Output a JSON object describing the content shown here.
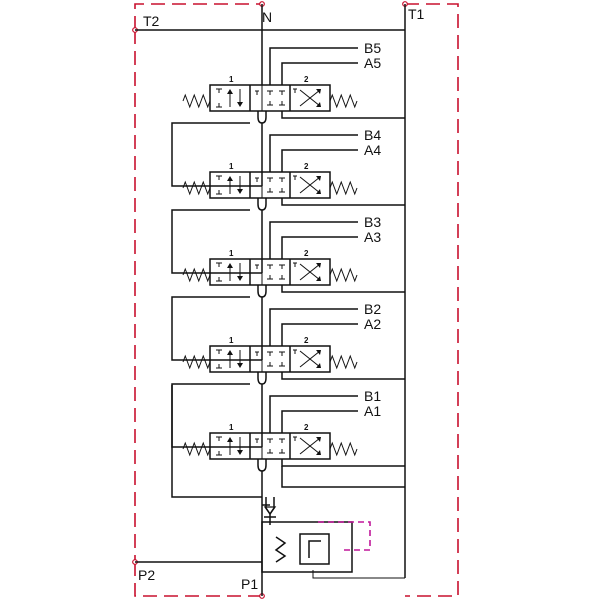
{
  "ports": {
    "tank_left": "T2",
    "neutral": "N",
    "tank_right": "T1",
    "pressure_left": "P2",
    "pressure_bottom": "P1"
  },
  "sections": [
    {
      "b": "B5",
      "a": "A5",
      "pos1": "1",
      "pos2": "2"
    },
    {
      "b": "B4",
      "a": "A4",
      "pos1": "1",
      "pos2": "2"
    },
    {
      "b": "B3",
      "a": "A3",
      "pos1": "1",
      "pos2": "2"
    },
    {
      "b": "B2",
      "a": "A2",
      "pos1": "1",
      "pos2": "2"
    },
    {
      "b": "B1",
      "a": "A1",
      "pos1": "1",
      "pos2": "2"
    }
  ],
  "colors": {
    "line": "#111111",
    "boundary_dashed": "#c8102e",
    "pilot_dashed": "#c0179a"
  },
  "icons": {
    "relief_valve": "pressure-relief-valve-icon",
    "spring": "spring-icon",
    "check_valve": "check-valve-icon"
  }
}
